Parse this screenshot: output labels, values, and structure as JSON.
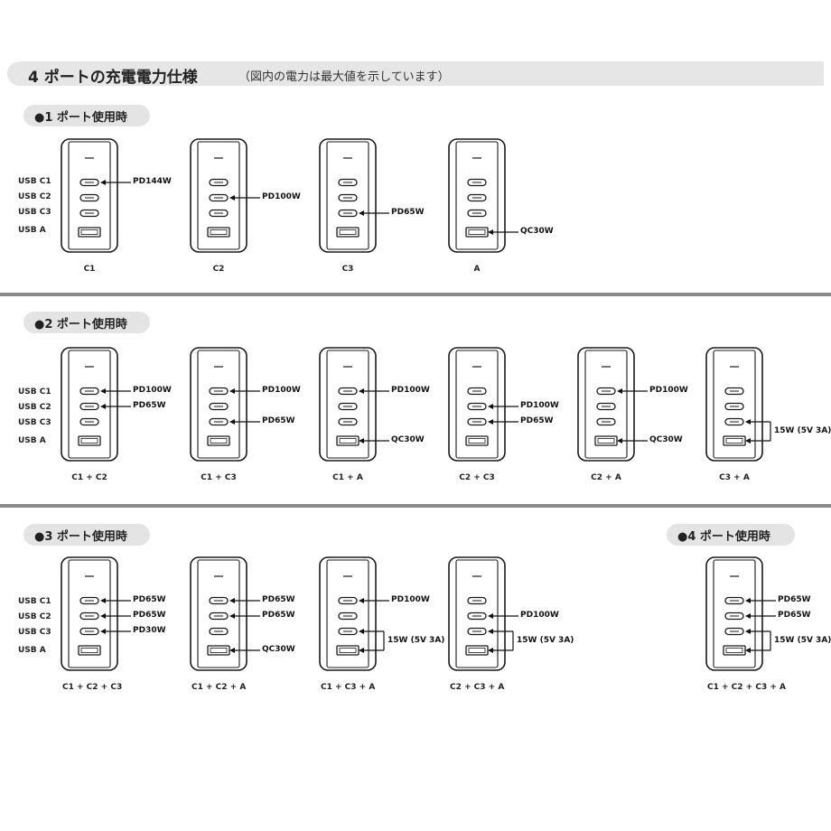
{
  "header": {
    "title": "4 ポートの充電電力仕様",
    "note": "（図内の電力は最大値を示しています）"
  },
  "port_labels": [
    "USB C1",
    "USB C2",
    "USB C3",
    "USB A"
  ],
  "sections": [
    {
      "label": "●1 ポート使用時",
      "units": [
        {
          "caption": "C1",
          "outputs": [
            {
              "port": 0,
              "text": "PD144W"
            }
          ],
          "shared": null
        },
        {
          "caption": "C2",
          "outputs": [
            {
              "port": 1,
              "text": "PD100W"
            }
          ],
          "shared": null
        },
        {
          "caption": "C3",
          "outputs": [
            {
              "port": 2,
              "text": "PD65W"
            }
          ],
          "shared": null
        },
        {
          "caption": "A",
          "outputs": [
            {
              "port": 3,
              "text": "QC30W"
            }
          ],
          "shared": null
        }
      ]
    },
    {
      "label": "●2 ポート使用時",
      "units": [
        {
          "caption": "C1 + C2",
          "outputs": [
            {
              "port": 0,
              "text": "PD100W"
            },
            {
              "port": 1,
              "text": "PD65W"
            }
          ],
          "shared": null
        },
        {
          "caption": "C1 + C3",
          "outputs": [
            {
              "port": 0,
              "text": "PD100W"
            },
            {
              "port": 2,
              "text": "PD65W"
            }
          ],
          "shared": null
        },
        {
          "caption": "C1 + A",
          "outputs": [
            {
              "port": 0,
              "text": "PD100W"
            },
            {
              "port": 3,
              "text": "QC30W"
            }
          ],
          "shared": null
        },
        {
          "caption": "C2 + C3",
          "outputs": [
            {
              "port": 1,
              "text": "PD100W"
            },
            {
              "port": 2,
              "text": "PD65W"
            }
          ],
          "shared": null
        },
        {
          "caption": "C2 + A",
          "outputs": [
            {
              "port": 0,
              "text": "PD100W"
            },
            {
              "port": 3,
              "text": "QC30W"
            }
          ],
          "shared": null
        },
        {
          "caption": "C3 + A",
          "outputs": [],
          "shared": {
            "ports": [
              2,
              3
            ],
            "text": "15W (5V 3A)"
          }
        }
      ]
    },
    {
      "label": "●3 ポート使用時",
      "units": [
        {
          "caption": "C1 + C2 + C3",
          "outputs": [
            {
              "port": 0,
              "text": "PD65W"
            },
            {
              "port": 1,
              "text": "PD65W"
            },
            {
              "port": 2,
              "text": "PD30W"
            }
          ],
          "shared": null
        },
        {
          "caption": "C1 + C2 + A",
          "outputs": [
            {
              "port": 0,
              "text": "PD65W"
            },
            {
              "port": 1,
              "text": "PD65W"
            },
            {
              "port": 3,
              "text": "QC30W"
            }
          ],
          "shared": null
        },
        {
          "caption": "C1 + C3 + A",
          "outputs": [
            {
              "port": 0,
              "text": "PD100W"
            }
          ],
          "shared": {
            "ports": [
              2,
              3
            ],
            "text": "15W (5V 3A)"
          }
        },
        {
          "caption": "C2 + C3 + A",
          "outputs": [
            {
              "port": 1,
              "text": "PD100W"
            }
          ],
          "shared": {
            "ports": [
              2,
              3
            ],
            "text": "15W (5V 3A)"
          }
        }
      ]
    },
    {
      "label": "●4 ポート使用時",
      "units": [
        {
          "caption": "C1 + C2 + C3 + A",
          "outputs": [
            {
              "port": 0,
              "text": "PD65W"
            },
            {
              "port": 1,
              "text": "PD65W"
            }
          ],
          "shared": {
            "ports": [
              2,
              3
            ],
            "text": "15W (5V 3A)"
          }
        }
      ]
    }
  ]
}
